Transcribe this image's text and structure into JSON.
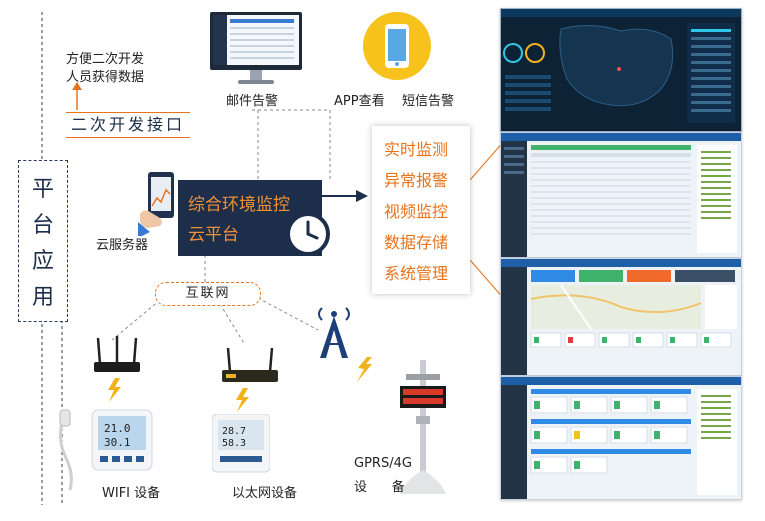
{
  "left_panel": {
    "label": "平台应用",
    "chars": [
      "平",
      "台",
      "应",
      "用"
    ],
    "dev_note_line1": "方便二次开发",
    "dev_note_line2": "人员获得数据",
    "api_label": "二次开发接口"
  },
  "cloud": {
    "title_line1": "综合环境监控",
    "title_line2": "云平台",
    "server_label": "云服务器"
  },
  "alerts": {
    "email": "邮件告警",
    "app": "APP查看",
    "sms": "短信告警"
  },
  "features": [
    "实时监测",
    "异常报警",
    "视频监控",
    "数据存储",
    "系统管理"
  ],
  "network": {
    "label": "互联网"
  },
  "devices": {
    "wifi": "WIFI 设备",
    "ethernet": "以太网设备",
    "gprs_line1": "GPRS/4G",
    "gprs_line2": "设      备"
  },
  "colors": {
    "accent_orange": "#e8731c",
    "navy": "#1c2e4a",
    "screen_dark": "#0e2236",
    "link_dash": "#8a8a8a"
  }
}
